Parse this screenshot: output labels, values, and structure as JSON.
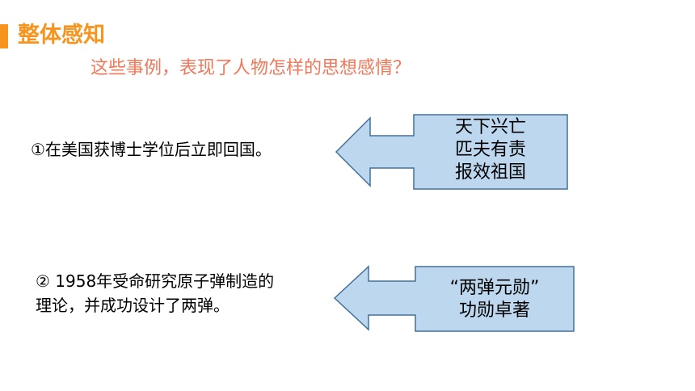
{
  "header": {
    "title": "整体感知"
  },
  "question": "这些事例，表现了人物怎样的思想感情？",
  "examples": [
    {
      "text_lines": [
        "①在美国获博士学位后立即回国。"
      ],
      "box_lines": [
        "天下兴亡",
        "匹夫有责",
        "报效祖国"
      ]
    },
    {
      "text_lines": [
        "② 1958年受命研究原子弹制造的",
        "理论，并成功设计了两弹。"
      ],
      "box_lines": [
        "“两弹元勋”",
        "功勋卓著"
      ]
    }
  ],
  "colors": {
    "accent": "#f7941d",
    "question": "#f0785a",
    "box_fill": "#bdd7ee",
    "box_stroke": "#41719c"
  }
}
